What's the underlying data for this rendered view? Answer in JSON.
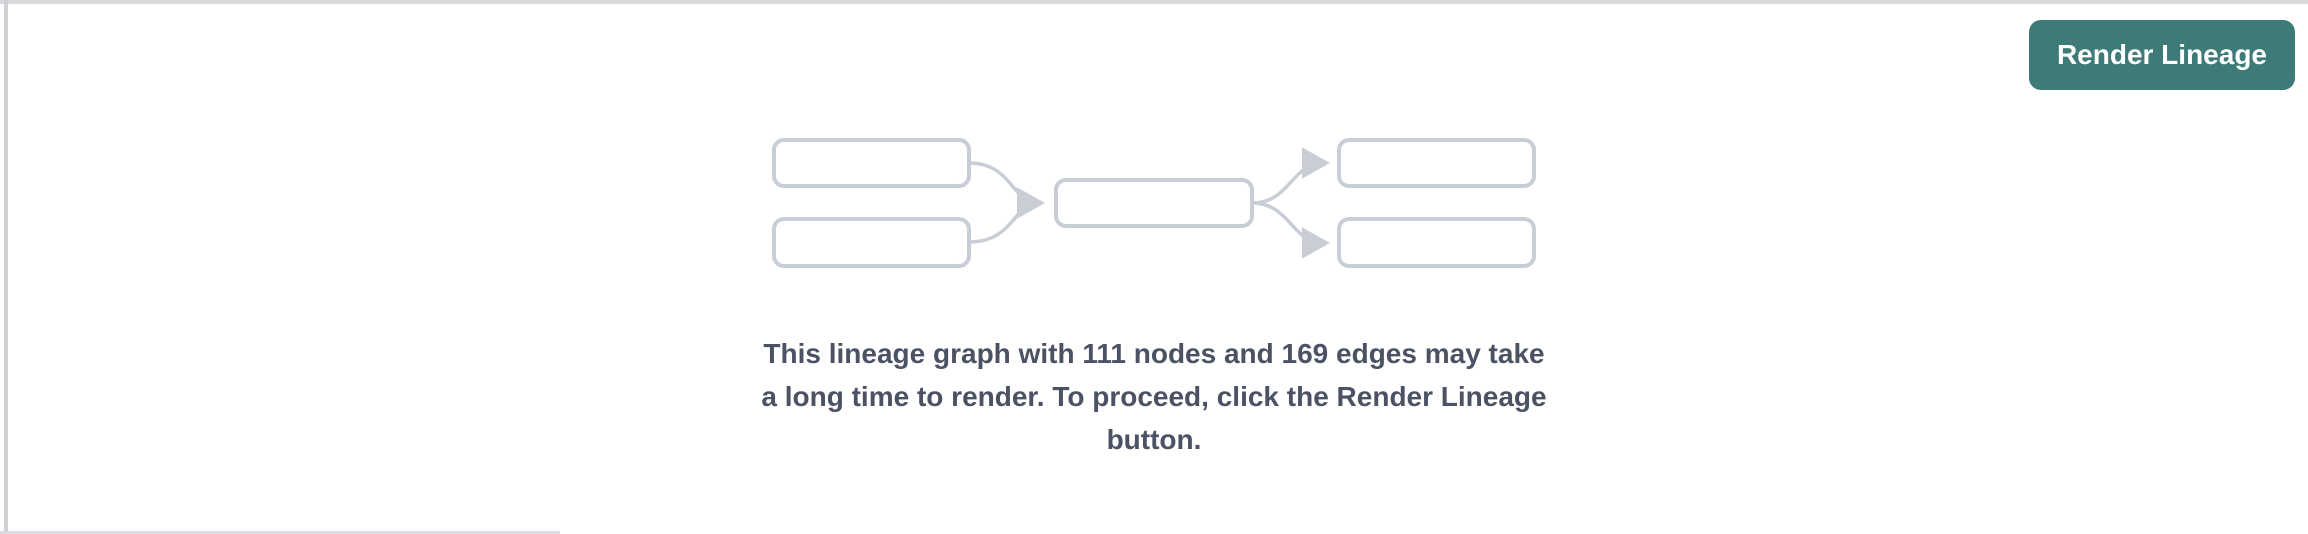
{
  "chrome": {
    "top_border_color": "#d9dadd",
    "left_scrollbar_color": "#ced0d4",
    "bottom_scrollbar_color": "#dcdde0"
  },
  "header": {
    "render_button": {
      "label": "Render Lineage",
      "bg_color": "#3e7b78",
      "text_color": "#ffffff"
    }
  },
  "empty_state": {
    "node_count": "111",
    "edge_count": "169",
    "message": "This lineage graph with 111 nodes and 169 edges may take a long time to render. To proceed, click the Render Lineage button.",
    "message_lines": [
      "This lineage graph with 111 nodes and 169 edges may take",
      "a long time to render. To proceed, click the Render Lineage",
      "button."
    ],
    "message_color": "#4a5264",
    "illustration": {
      "box_fill": "#ffffff",
      "box_border_color": "#c9cdd6",
      "arrow_color": "#c9cdd6",
      "layout": "2 source nodes -> 1 middle node -> 2 target nodes"
    }
  }
}
